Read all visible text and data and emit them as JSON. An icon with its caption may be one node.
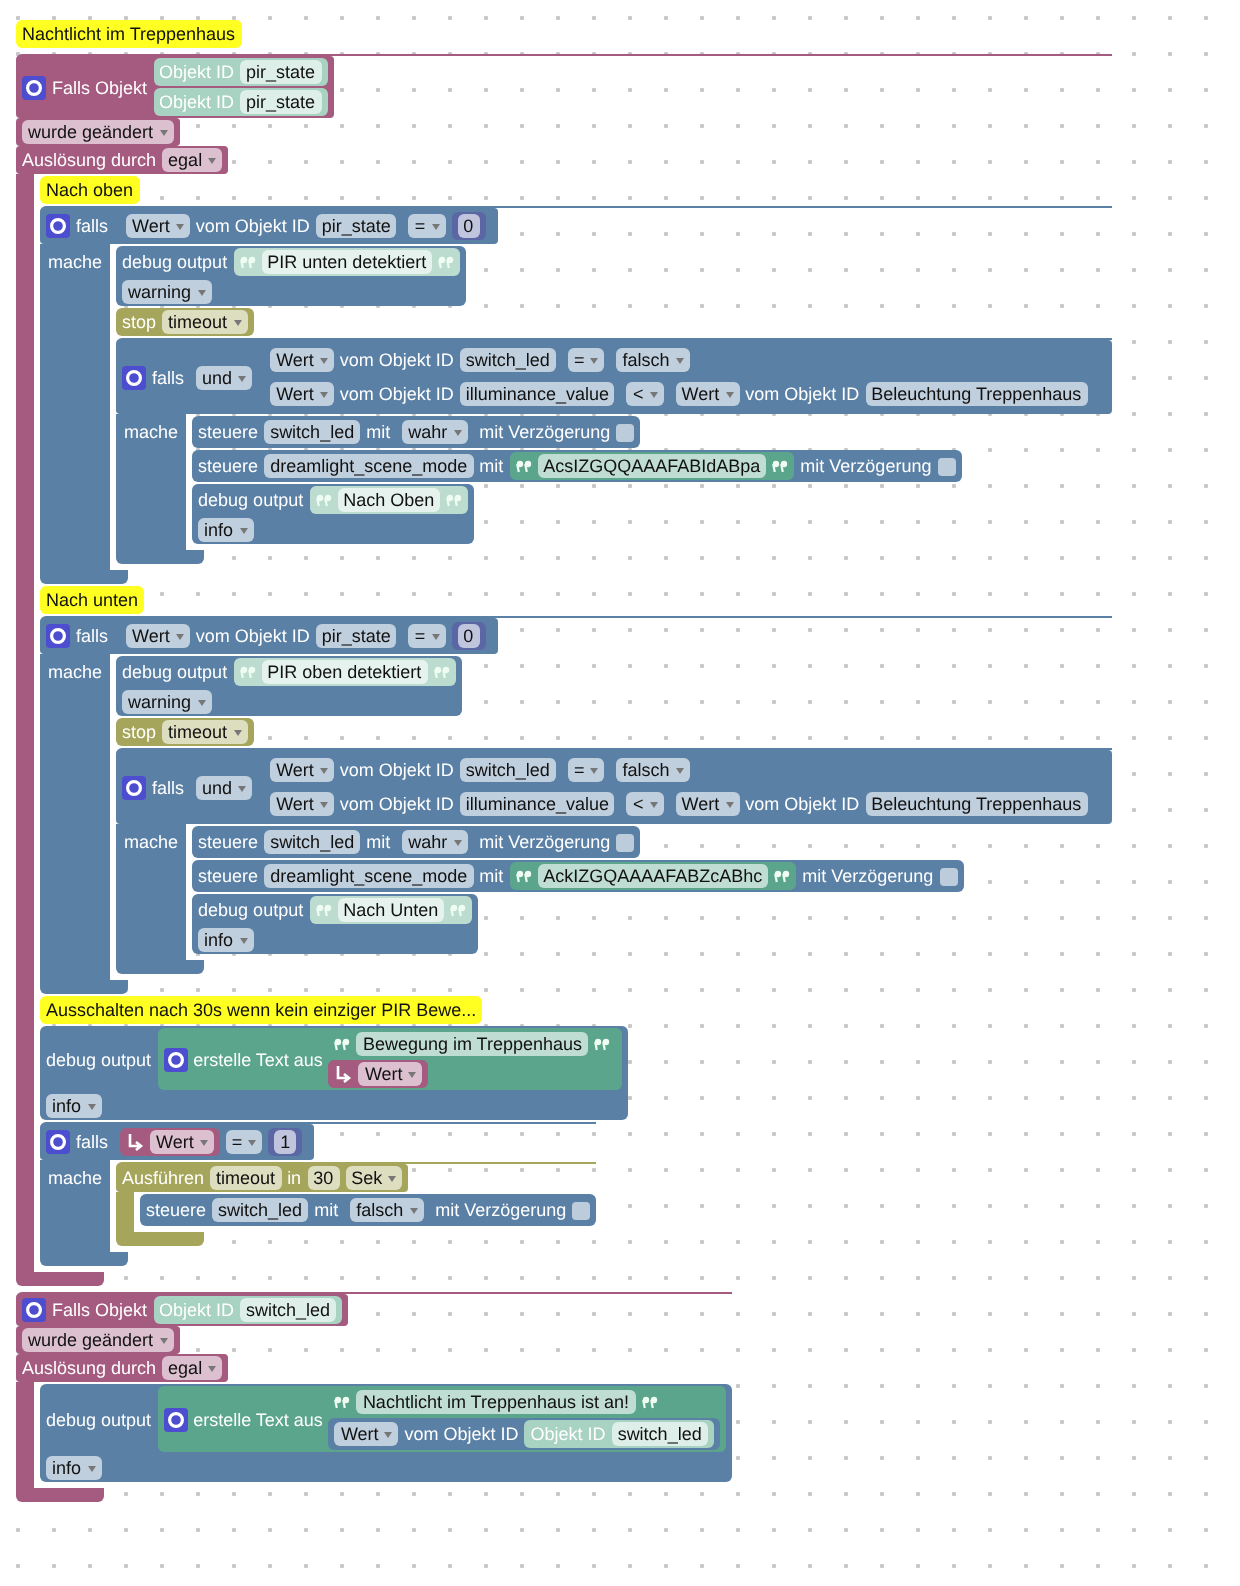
{
  "diagram": {
    "nodes": [
      {
        "text": [
          "Nachtlicht im Treppenhaus"
        ]
      },
      {
        "text": [
          "Falls Objekt",
          "wurde geändert",
          "Auslösung durch",
          "egal"
        ]
      },
      {
        "text": [
          "Objekt ID",
          "pir_state"
        ],
        "in": 1
      },
      {
        "text": [
          "Objekt ID",
          "pir_state"
        ],
        "in": 1
      },
      {
        "text": [
          "Nach oben"
        ],
        "in": 1
      },
      {
        "text": [
          "falls",
          "mache"
        ],
        "in": 1
      },
      {
        "text": [
          "="
        ],
        "in": 5
      },
      {
        "text": [
          "Wert",
          "vom Objekt ID",
          "pir_state"
        ],
        "in": 6
      },
      {
        "text": [
          "0"
        ],
        "in": 6
      },
      {
        "text": [
          "debug output",
          "warning"
        ],
        "in": 5
      },
      {
        "text": [
          "PIR unten detektiert"
        ],
        "in": 9
      },
      {
        "text": [
          "stop",
          "timeout"
        ],
        "in": 5
      },
      {
        "text": [
          "falls",
          "mache"
        ],
        "in": 5
      },
      {
        "text": [
          "und"
        ],
        "in": 12
      },
      {
        "text": [
          "="
        ],
        "in": 13
      },
      {
        "text": [
          "Wert",
          "vom Objekt ID",
          "switch_led"
        ],
        "in": 14
      },
      {
        "text": [
          "falsch"
        ],
        "in": 14
      },
      {
        "text": [
          "<"
        ],
        "in": 13
      },
      {
        "text": [
          "Wert",
          "vom Objekt ID",
          "illuminance_value"
        ],
        "in": 17
      },
      {
        "text": [
          "Wert",
          "vom Objekt ID",
          "Beleuchtung Treppenhaus"
        ],
        "in": 17
      },
      {
        "text": [
          "steuere",
          "switch_led",
          "mit",
          "mit Verzögerung"
        ],
        "in": 12
      },
      {
        "text": [
          "wahr"
        ],
        "in": 20
      },
      {
        "text": [
          "steuere",
          "dreamlight_scene_mode",
          "mit",
          "mit Verzögerung"
        ],
        "in": 12
      },
      {
        "text": [
          "AcsIZGQQAAAFABIdABpa"
        ],
        "in": 22
      },
      {
        "text": [
          "debug output",
          "info"
        ],
        "in": 12
      },
      {
        "text": [
          "Nach Oben"
        ],
        "in": 24
      },
      {
        "text": [
          "Nach unten"
        ],
        "in": 1
      },
      {
        "text": [
          "falls",
          "mache"
        ],
        "in": 1
      },
      {
        "text": [
          "="
        ],
        "in": 27
      },
      {
        "text": [
          "Wert",
          "vom Objekt ID",
          "pir_state"
        ],
        "in": 28
      },
      {
        "text": [
          "0"
        ],
        "in": 28
      },
      {
        "text": [
          "debug output",
          "warning"
        ],
        "in": 27
      },
      {
        "text": [
          "PIR oben detektiert"
        ],
        "in": 31
      },
      {
        "text": [
          "stop",
          "timeout"
        ],
        "in": 27
      },
      {
        "text": [
          "falls",
          "mache"
        ],
        "in": 27
      },
      {
        "text": [
          "und"
        ],
        "in": 34
      },
      {
        "text": [
          "="
        ],
        "in": 35
      },
      {
        "text": [
          "Wert",
          "vom Objekt ID",
          "switch_led"
        ],
        "in": 36
      },
      {
        "text": [
          "falsch"
        ],
        "in": 36
      },
      {
        "text": [
          "<"
        ],
        "in": 35
      },
      {
        "text": [
          "Wert",
          "vom Objekt ID",
          "illuminance_value"
        ],
        "in": 39
      },
      {
        "text": [
          "Wert",
          "vom Objekt ID",
          "Beleuchtung Treppenhaus"
        ],
        "in": 39
      },
      {
        "text": [
          "steuere",
          "switch_led",
          "mit",
          "mit Verzögerung"
        ],
        "in": 34
      },
      {
        "text": [
          "wahr"
        ],
        "in": 42
      },
      {
        "text": [
          "steuere",
          "dreamlight_scene_mode",
          "mit",
          "mit Verzögerung"
        ],
        "in": 34
      },
      {
        "text": [
          "AckIZGQAAAAFABZcABhc"
        ],
        "in": 44
      },
      {
        "text": [
          "debug output",
          "info"
        ],
        "in": 34
      },
      {
        "text": [
          "Nach Unten"
        ],
        "in": 46
      },
      {
        "text": [
          "Ausschalten nach 30s wenn kein einziger PIR Bewe..."
        ],
        "in": 1
      },
      {
        "text": [
          "debug output",
          "info"
        ],
        "in": 1
      },
      {
        "text": [
          "erstelle Text aus"
        ],
        "in": 49
      },
      {
        "text": [
          "Bewegung im Treppenhaus"
        ],
        "in": 50
      },
      {
        "text": [
          "Wert"
        ],
        "in": 50
      },
      {
        "text": [
          "falls",
          "mache"
        ],
        "in": 1
      },
      {
        "text": [
          "="
        ],
        "in": 53
      },
      {
        "text": [
          "Wert"
        ],
        "in": 54
      },
      {
        "text": [
          "1"
        ],
        "in": 54
      },
      {
        "text": [
          "Ausführen",
          "timeout",
          "in",
          "30",
          "Sek"
        ],
        "in": 53
      },
      {
        "text": [
          "steuere",
          "switch_led",
          "mit",
          "mit Verzögerung"
        ],
        "in": 57
      },
      {
        "text": [
          "falsch"
        ],
        "in": 58
      },
      {
        "text": [
          "Falls Objekt",
          "wurde geändert",
          "Auslösung durch",
          "egal"
        ]
      },
      {
        "text": [
          "Objekt ID",
          "switch_led"
        ],
        "in": 60
      },
      {
        "text": [
          "debug output",
          "info"
        ],
        "in": 60
      },
      {
        "text": [
          "erstelle Text aus"
        ],
        "in": 62
      },
      {
        "text": [
          "Nachtlicht im Treppenhaus ist an!"
        ],
        "in": 63
      },
      {
        "text": [
          "Wert",
          "vom Objekt ID"
        ],
        "in": 63
      },
      {
        "text": [
          "Objekt ID",
          "switch_led"
        ],
        "in": 65
      }
    ]
  }
}
